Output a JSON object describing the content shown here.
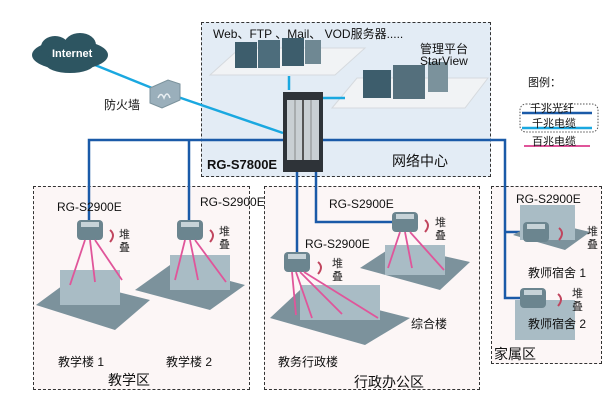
{
  "internet": {
    "label": "Internet"
  },
  "firewall": {
    "label": "防火墙"
  },
  "center": {
    "servers_label": "Web、FTP 、Mail、 VOD服务器.....",
    "mgmt_label_line1": "管理平台",
    "mgmt_label_line2": "StarView",
    "core_switch": "RG-S7800E",
    "zone_name": "网络中心"
  },
  "legend": {
    "title": "图例：",
    "items": [
      {
        "label": "千兆光纤",
        "color": "#1a5aa8"
      },
      {
        "label": "千兆电缆",
        "color": "#1aa8e0"
      },
      {
        "label": "百兆电缆",
        "color": "#e0559a"
      }
    ]
  },
  "stack_label": [
    "堆",
    "叠"
  ],
  "zones": [
    {
      "name": "教学区",
      "switches": [
        "RG-S2900E",
        "RG-S2900E"
      ],
      "buildings": [
        "教学楼 1",
        "教学楼 2"
      ]
    },
    {
      "name": "行政办公区",
      "switches": [
        "RG-S2900E",
        "RG-S2900E"
      ],
      "buildings": [
        "教务行政楼",
        "综合楼"
      ]
    },
    {
      "name": "家属区",
      "switches": [
        "RG-S2900E"
      ],
      "buildings": [
        "教师宿舍 1",
        "教师宿舍 2"
      ]
    }
  ]
}
